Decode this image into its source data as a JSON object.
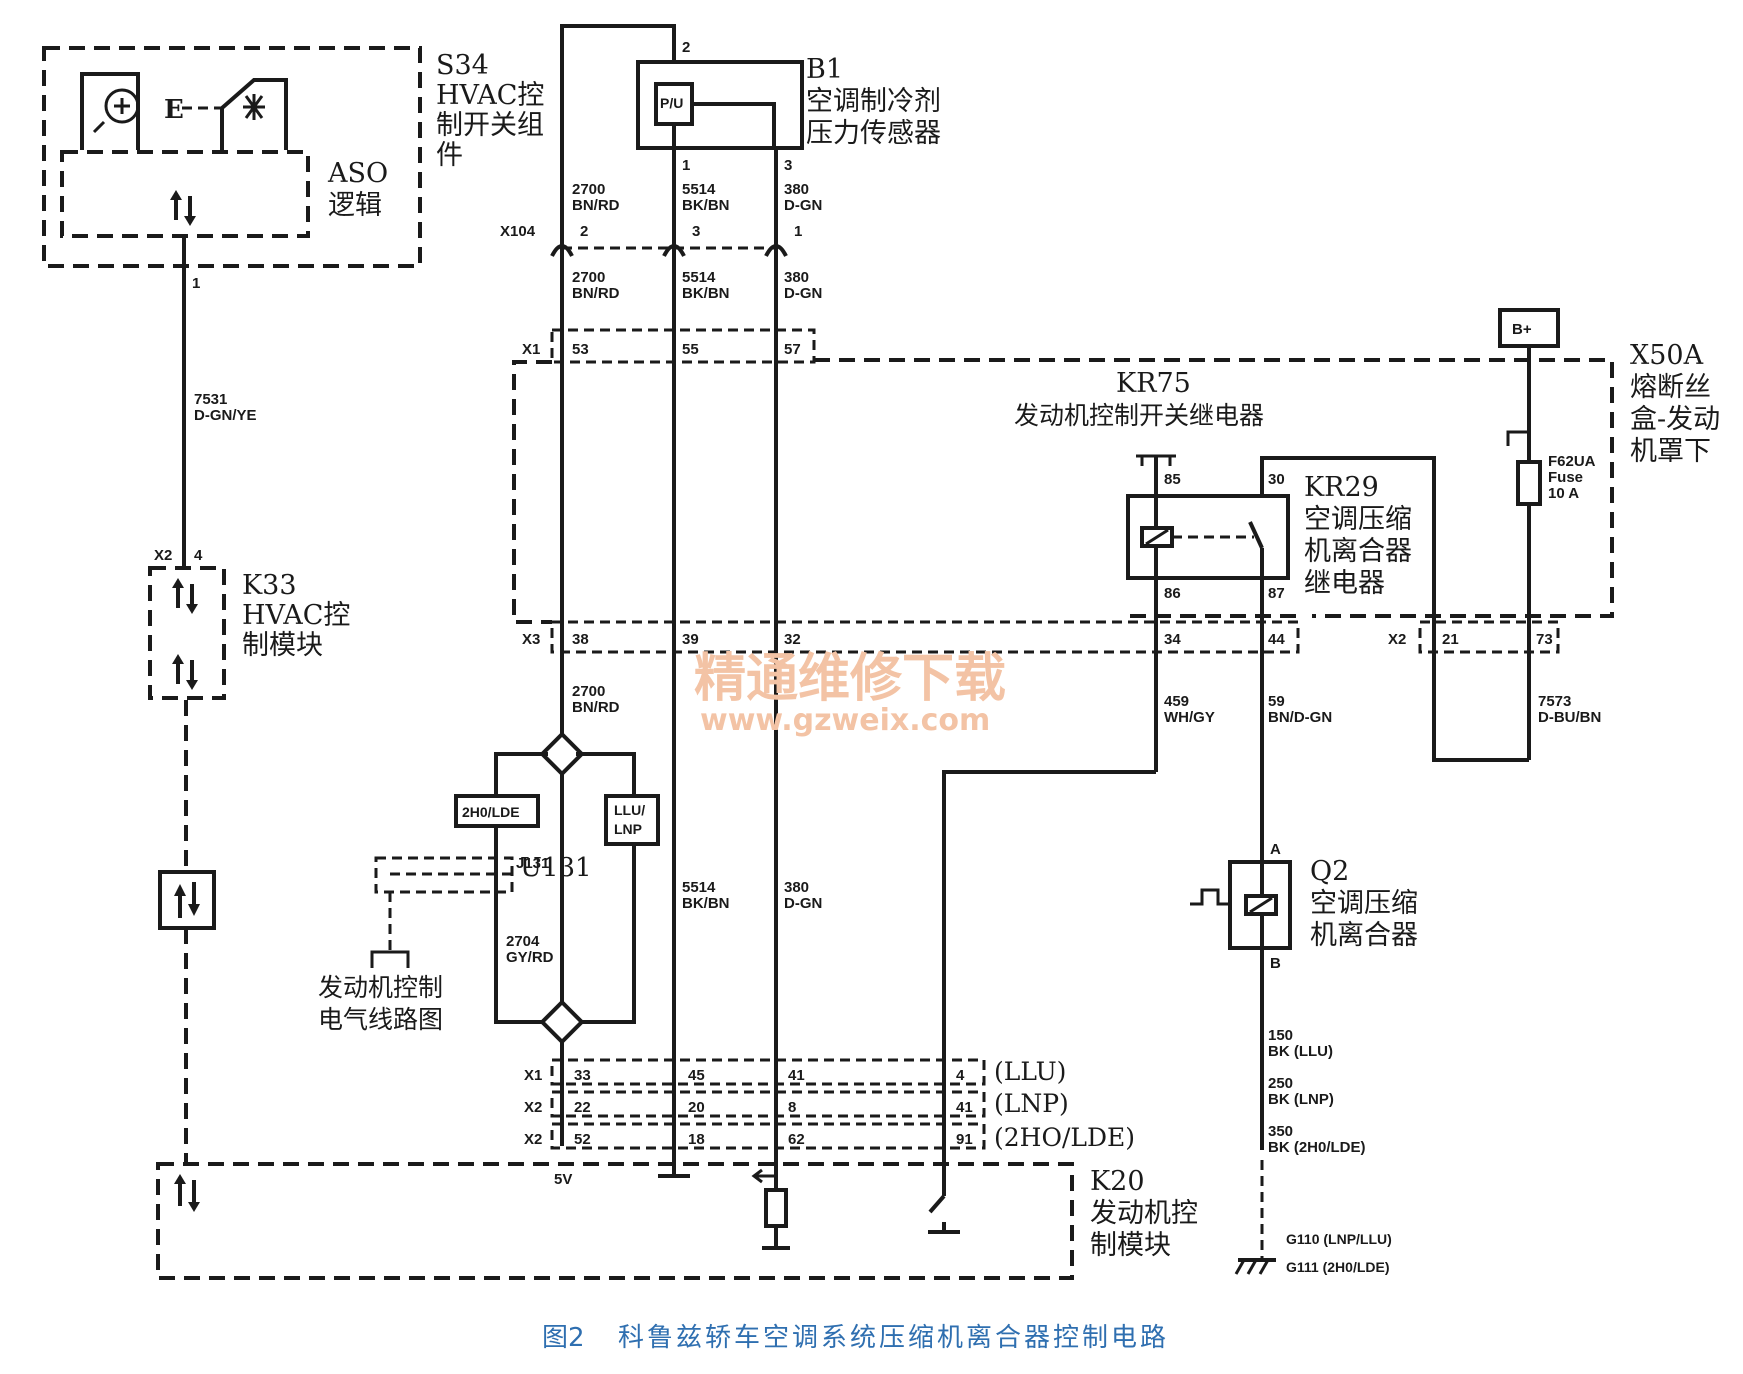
{
  "components": {
    "s34": {
      "id": "S34",
      "name_l1": "HVAC控",
      "name_l2": "制开关组",
      "name_l3": "件",
      "aso_l1": "ASO",
      "aso_l2": "逻辑",
      "e_label": "E"
    },
    "b1": {
      "id": "B1",
      "name_l1": "空调制冷剂",
      "name_l2": "压力传感器",
      "sensor_text": "P/U"
    },
    "kr75": {
      "id": "KR75",
      "name": "发动机控制开关继电器"
    },
    "kr29": {
      "id": "KR29",
      "name_l1": "空调压缩",
      "name_l2": "机离合器",
      "name_l3": "继电器"
    },
    "x50a": {
      "id": "X50A",
      "name_l1": "熔断丝",
      "name_l2": "盒-发动",
      "name_l3": "机罩下"
    },
    "fuse": {
      "id": "F62UA",
      "type": "Fuse",
      "rating": "10 A"
    },
    "bplus": "B+",
    "k33": {
      "id": "K33",
      "name_l1": "HVAC控",
      "name_l2": "制模块"
    },
    "q2": {
      "id": "Q2",
      "name_l1": "空调压缩",
      "name_l2": "机离合器"
    },
    "k20": {
      "id": "K20",
      "name_l1": "发动机控",
      "name_l2": "制模块"
    },
    "j131": {
      "id": "J131",
      "engine_ref_l1": "发动机控制",
      "engine_ref_l2": "电气线路图"
    },
    "j131_overprint": "U131",
    "splice_left": "2H0/LDE",
    "splice_right_l1": "LLU/",
    "splice_right_l2": "LNP"
  },
  "connectors": {
    "x104": "X104",
    "x1": "X1",
    "x2": "X2",
    "x3": "X3"
  },
  "pins": {
    "b1_2": "2",
    "b1_1": "1",
    "b1_3": "3",
    "x104_2": "2",
    "x104_3": "3",
    "x104_1": "1",
    "x1_53": "53",
    "x1_55": "55",
    "x1_57": "57",
    "x3_38": "38",
    "x3_39": "39",
    "x3_32": "32",
    "x3_34": "34",
    "x3_44": "44",
    "x2_21": "21",
    "x2_73": "73",
    "r85": "85",
    "r86": "86",
    "r30": "30",
    "r87": "87",
    "s34_1": "1",
    "k33_x2_4": "4",
    "q2_a": "A",
    "q2_b": "B",
    "k20_x1_33": "33",
    "k20_x1_45": "45",
    "k20_x1_41": "41",
    "k20_x1_4": "4",
    "k20_x2_22": "22",
    "k20_x2_20": "20",
    "k20_x2_8": "8",
    "k20_x2_41": "41",
    "k20_x2_52": "52",
    "k20_x2_18": "18",
    "k20_x2_62": "62",
    "k20_x2_91": "91",
    "v5": "5V"
  },
  "variants": {
    "llu": "(LLU)",
    "lnp": "(LNP)",
    "hde": "(2HO/LDE)"
  },
  "wires": {
    "w2700": {
      "circuit": "2700",
      "color": "BN/RD"
    },
    "w5514": {
      "circuit": "5514",
      "color": "BK/BN"
    },
    "w380": {
      "circuit": "380",
      "color": "D-GN"
    },
    "w7531": {
      "circuit": "7531",
      "color": "D-GN/YE"
    },
    "w2704": {
      "circuit": "2704",
      "color": "GY/RD"
    },
    "w459": {
      "circuit": "459",
      "color": "WH/GY"
    },
    "w59": {
      "circuit": "59",
      "color": "BN/D-GN"
    },
    "w7573": {
      "circuit": "7573",
      "color": "D-BU/BN"
    },
    "w150": {
      "circuit": "150",
      "color": "BK (LLU)"
    },
    "w250": {
      "circuit": "250",
      "color": "BK (LNP)"
    },
    "w350": {
      "circuit": "350",
      "color": "BK (2H0/LDE)"
    }
  },
  "grounds": {
    "g110": "G110 (LNP/LLU)",
    "g111": "G111 (2H0/LDE)"
  },
  "watermark": {
    "cn": "精通维修下载",
    "url": "www.gzweix.com"
  },
  "caption": {
    "fig": "图2",
    "text": "科鲁兹轿车空调系统压缩机离合器控制电路"
  },
  "colors": {
    "line": "#1a1a1a",
    "watermark": "#f3c3a5",
    "caption": "#2f6fb0"
  }
}
